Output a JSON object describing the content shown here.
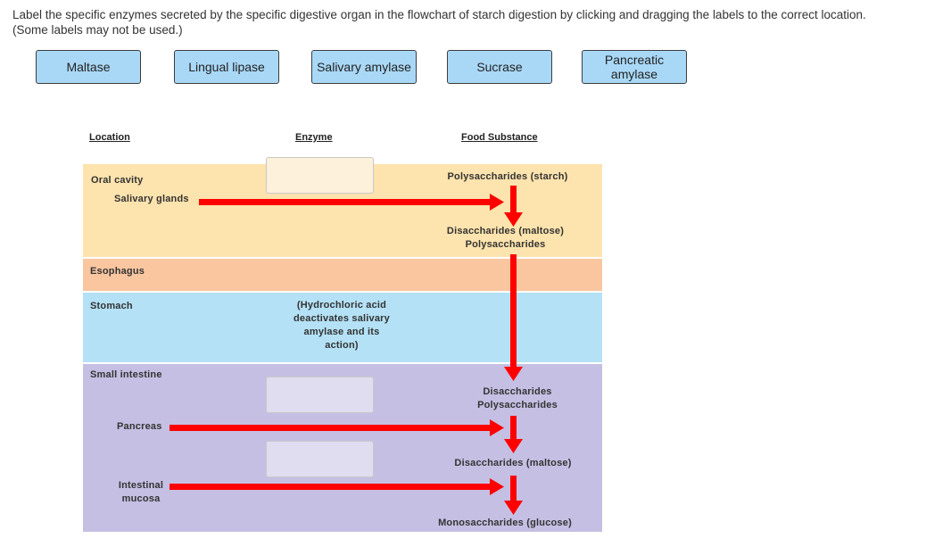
{
  "instructions": "Label the specific enzymes secreted by the specific digestive organ in the flowchart of starch digestion by clicking and dragging the labels to the correct location. (Some labels may not be used.)",
  "labels": [
    "Maltase",
    "Lingual lipase",
    "Salivary amylase",
    "Sucrase",
    "Pancreatic\namylase"
  ],
  "headers": {
    "location": "Location",
    "enzyme": "Enzyme",
    "food": "Food Substance"
  },
  "oral": {
    "location": "Oral cavity",
    "organ": "Salivary glands",
    "food_in": "Polysaccharides (starch)",
    "food_out_1": "Disaccharides (maltose)",
    "food_out_2": "Polysaccharides"
  },
  "esophagus": {
    "location": "Esophagus"
  },
  "stomach": {
    "location": "Stomach",
    "note_1": "(Hydrochloric acid",
    "note_2": "deactivates salivary",
    "note_3": "amylase and its",
    "note_4": "action)"
  },
  "small_intestine": {
    "location": "Small intestine",
    "food_in_1": "Disaccharides",
    "food_in_2": "Polysaccharides",
    "organ_1": "Pancreas",
    "food_mid": "Disaccharides (maltose)",
    "organ_2_line1": "Intestinal",
    "organ_2_line2": "mucosa",
    "food_out": "Monosaccharides (glucose)"
  },
  "colors": {
    "arrow": "#ff0000",
    "label_bg": "#a9d8f7",
    "oral_band": "#fde3ad",
    "esophagus_band": "#f9c6a0",
    "stomach_band": "#b4e1f5",
    "small_intestine_band": "#c5bfe3"
  }
}
